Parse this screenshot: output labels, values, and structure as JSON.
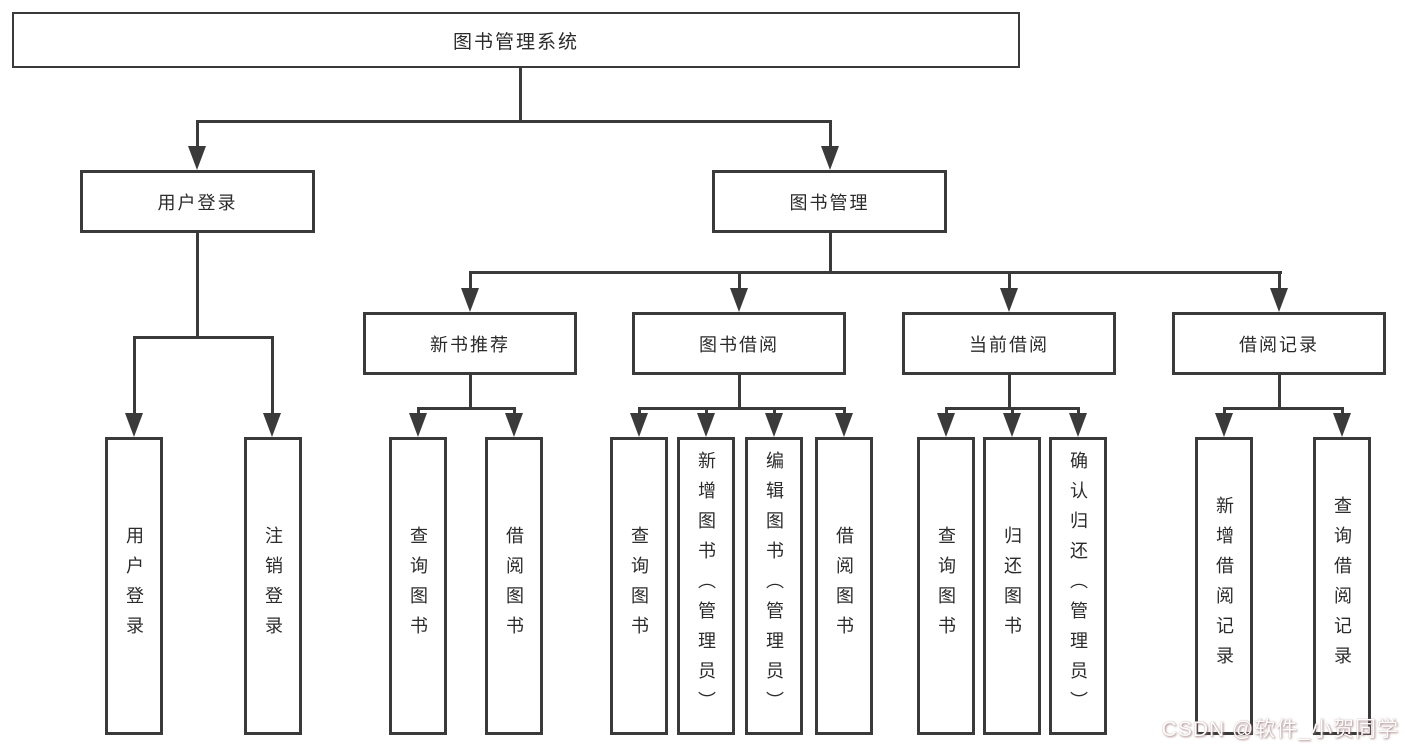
{
  "diagram_title": "图书管理系统",
  "tree": {
    "label": "图书管理系统",
    "children": [
      {
        "label": "用户登录",
        "children": [
          {
            "label": "用户登录"
          },
          {
            "label": "注销登录"
          }
        ]
      },
      {
        "label": "图书管理",
        "children": [
          {
            "label": "新书推荐",
            "children": [
              {
                "label": "查询图书"
              },
              {
                "label": "借阅图书"
              }
            ]
          },
          {
            "label": "图书借阅",
            "children": [
              {
                "label": "查询图书"
              },
              {
                "label": "新增图书（管理员）"
              },
              {
                "label": "编辑图书（管理员）"
              },
              {
                "label": "借阅图书"
              }
            ]
          },
          {
            "label": "当前借阅",
            "children": [
              {
                "label": "查询图书"
              },
              {
                "label": "归还图书"
              },
              {
                "label": "确认归还（管理员）"
              }
            ]
          },
          {
            "label": "借阅记录",
            "children": [
              {
                "label": "新增借阅记录"
              },
              {
                "label": "查询借阅记录"
              }
            ]
          }
        ]
      }
    ]
  },
  "watermark": "CSDN @软件_小贺同学",
  "colors": {
    "line": "#3a3a3a",
    "text": "#2b2b2b",
    "background": "#ffffff",
    "watermark_text": "#fdfdfd"
  }
}
